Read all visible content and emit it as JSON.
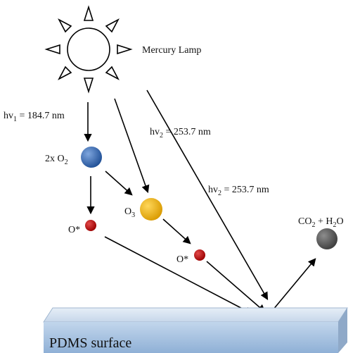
{
  "lamp_label": "Mercury Lamp",
  "hv1": {
    "prefix": "hv",
    "sub": "1",
    "rest": " = 184.7 nm"
  },
  "hv2a": {
    "prefix": "hv",
    "sub": "2",
    "rest": " = 253.7 nm"
  },
  "hv2b": {
    "prefix": "hv",
    "sub": "2",
    "rest": " = 253.7 nm"
  },
  "o2": {
    "prefix": "2x O",
    "sub": "2"
  },
  "o3": {
    "prefix": "O",
    "sub": "3"
  },
  "o_star_1": "O*",
  "o_star_2": "O*",
  "co2_h2o": {
    "a": "CO",
    "a_sub": "2",
    "mid": " + H",
    "b_sub": "2",
    "end": "O"
  },
  "surface_label": "PDMS surface",
  "colors": {
    "o2_sphere": "#2f5fa8",
    "o3_sphere": "#e3a90f",
    "o_star": "#b30f0f",
    "product_sphere": "#5a5a5a",
    "surface": "#a8c4e0"
  }
}
